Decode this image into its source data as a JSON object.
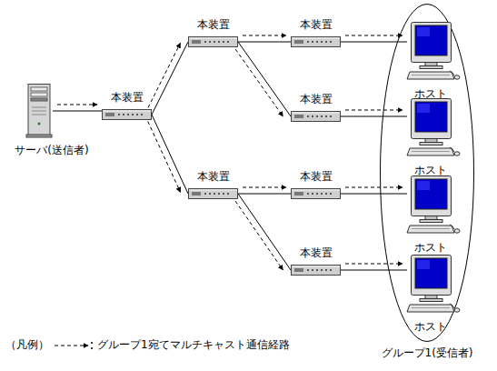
{
  "diagram": {
    "nodes": [
      {
        "text": [
          "サーバ(送信者)"
        ]
      },
      {
        "text": [
          "本装置"
        ]
      },
      {
        "text": [
          "本装置"
        ]
      },
      {
        "text": [
          "本装置"
        ]
      },
      {
        "text": [
          "本装置"
        ]
      },
      {
        "text": [
          "本装置"
        ]
      },
      {
        "text": [
          "本装置"
        ]
      },
      {
        "text": [
          "本装置"
        ]
      },
      {
        "text": [
          "グループ1(受信者)"
        ]
      },
      {
        "text": [
          "ホスト"
        ],
        "in": 8
      },
      {
        "text": [
          "ホスト"
        ],
        "in": 8
      },
      {
        "text": [
          "ホスト"
        ],
        "in": 8
      },
      {
        "text": [
          "ホスト"
        ],
        "in": 8
      }
    ],
    "edges": [
      {
        "from": 0,
        "to": 1,
        "arrow": "to"
      },
      {
        "from": 1,
        "to": 2,
        "arrow": "to"
      },
      {
        "from": 1,
        "to": 5,
        "arrow": "to"
      },
      {
        "from": 2,
        "to": 3,
        "arrow": "to"
      },
      {
        "from": 2,
        "to": 4,
        "arrow": "to"
      },
      {
        "from": 5,
        "to": 6,
        "arrow": "to"
      },
      {
        "from": 5,
        "to": 7,
        "arrow": "to"
      },
      {
        "from": 3,
        "to": 9,
        "arrow": "to"
      },
      {
        "from": 4,
        "to": 10,
        "arrow": "to"
      },
      {
        "from": 6,
        "to": 11,
        "arrow": "to"
      },
      {
        "from": 7,
        "to": 12,
        "arrow": "to"
      }
    ],
    "labels": [
      "（凡例）"
    ],
    "legend": [
      {
        "text": "グループ1宛てマルチキャスト通信経路"
      }
    ]
  }
}
